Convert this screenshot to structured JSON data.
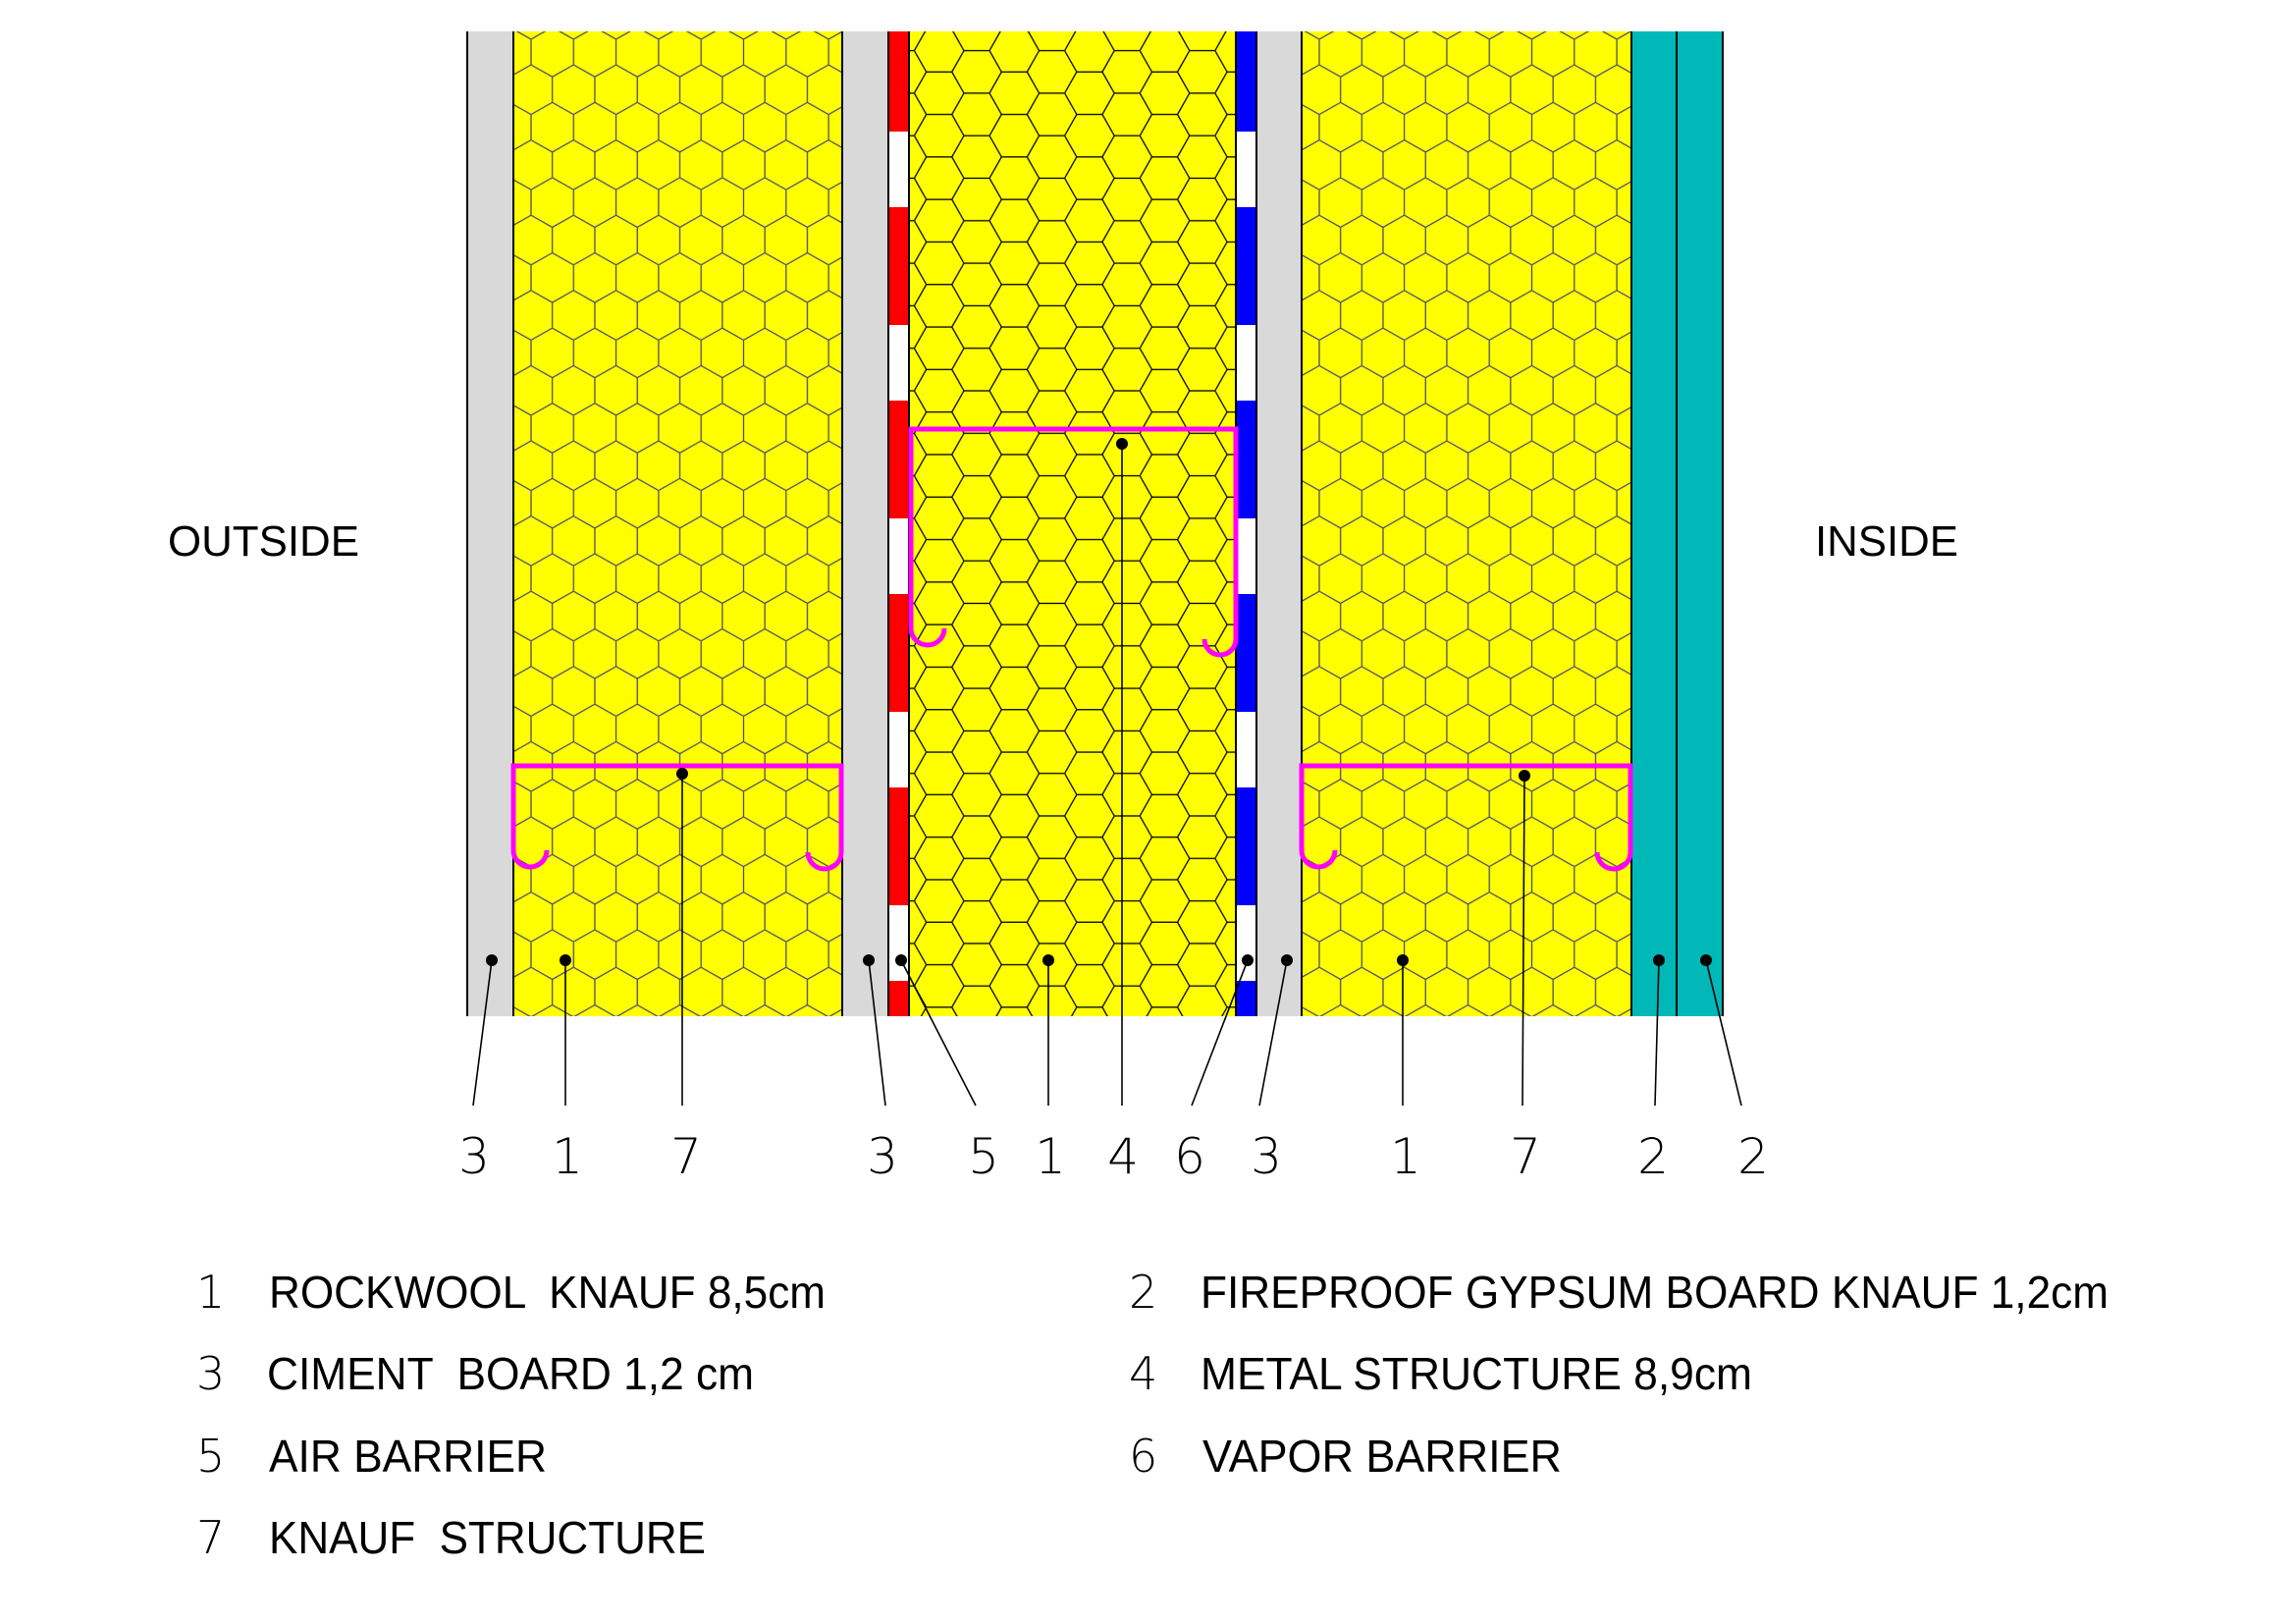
{
  "labels": {
    "outside": "OUTSIDE",
    "inside": "INSIDE"
  },
  "callouts": [
    "3",
    "1",
    "7",
    "3",
    "5",
    "1",
    "4",
    "6",
    "3",
    "1",
    "7",
    "2",
    "2"
  ],
  "legend": [
    {
      "num": "1",
      "text": "ROCKWOOL  KNAUF 8,5cm"
    },
    {
      "num": "3",
      "text": "CIMENT  BOARD 1,2 cm"
    },
    {
      "num": "5",
      "text": "AIR BARRIER"
    },
    {
      "num": "7",
      "text": "KNAUF  STRUCTURE"
    },
    {
      "num": "2",
      "text": "FIREPROOF GYPSUM BOARD KNAUF 1,2cm"
    },
    {
      "num": "4",
      "text": "METAL STRUCTURE 8,9cm"
    },
    {
      "num": "6",
      "text": "VAPOR BARRIER"
    }
  ],
  "colors": {
    "rockwool": "#ffff00",
    "ciment_board": "#d9d9d9",
    "air_barrier": "#ff0000",
    "vapor_barrier": "#0000ff",
    "gypsum_board": "#00b8b8",
    "knauf_structure": "#ff00ff"
  }
}
